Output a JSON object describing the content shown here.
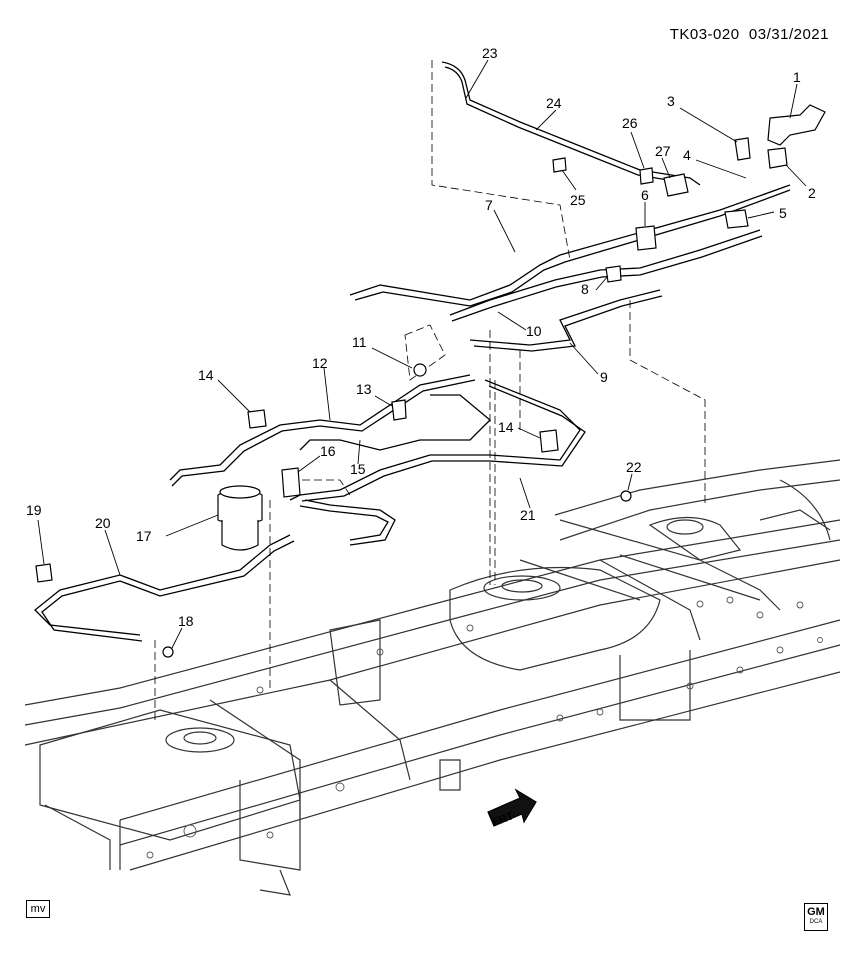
{
  "header": {
    "code": "TK03-020",
    "date": "03/31/2021"
  },
  "footer": {
    "mv_label": "mv",
    "gm_logo": "GM",
    "gm_sub": "DCA"
  },
  "direction_label": "FRT",
  "callouts": [
    "1",
    "2",
    "3",
    "4",
    "5",
    "6",
    "7",
    "8",
    "9",
    "10",
    "11",
    "12",
    "13",
    "14",
    "14",
    "15",
    "16",
    "17",
    "18",
    "19",
    "20",
    "21",
    "22",
    "23",
    "24",
    "25",
    "26",
    "27"
  ]
}
